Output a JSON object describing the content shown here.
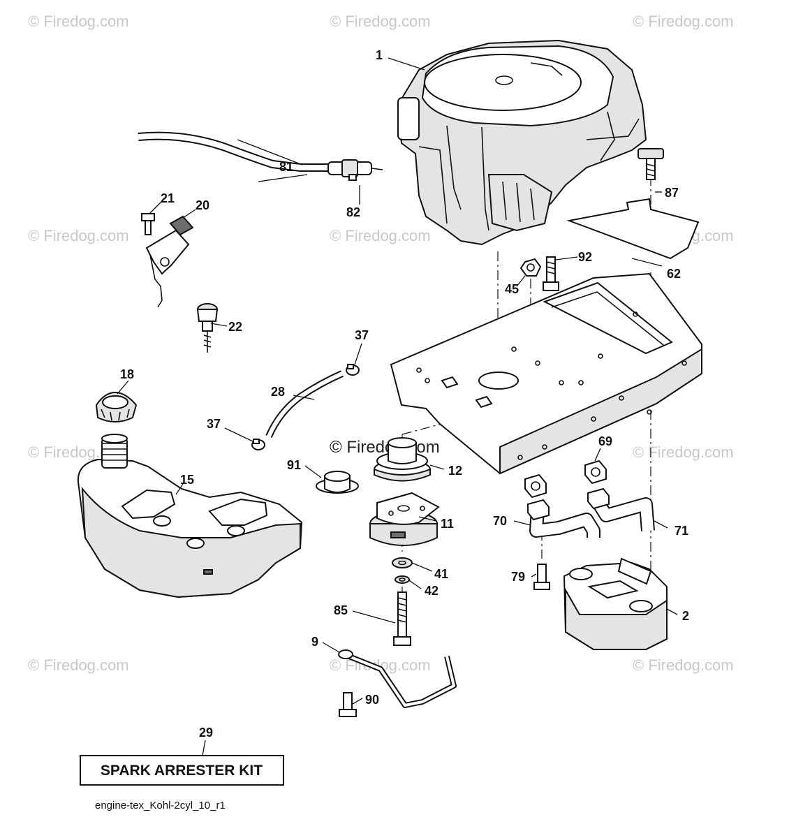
{
  "watermarks": {
    "text": "© Firedog.com",
    "center_text": "© Firedog.com"
  },
  "callouts": {
    "c1": "1",
    "c2": "2",
    "c9": "9",
    "c11": "11",
    "c12": "12",
    "c15": "15",
    "c18": "18",
    "c20": "20",
    "c21": "21",
    "c22": "22",
    "c28": "28",
    "c29": "29",
    "c37a": "37",
    "c37b": "37",
    "c41": "41",
    "c42": "42",
    "c45": "45",
    "c62": "62",
    "c69": "69",
    "c70": "70",
    "c71": "71",
    "c79": "79",
    "c81": "81",
    "c82": "82",
    "c85": "85",
    "c87": "87",
    "c90": "90",
    "c91": "91",
    "c92": "92"
  },
  "kit_label": "SPARK ARRESTER KIT",
  "file_name": "engine-tex_Kohl-2cyl_10_r1",
  "colors": {
    "line": "#111111",
    "watermark": "#c8c8c8",
    "shade": "#e4e4e4",
    "dark": "#6d6d6d"
  }
}
